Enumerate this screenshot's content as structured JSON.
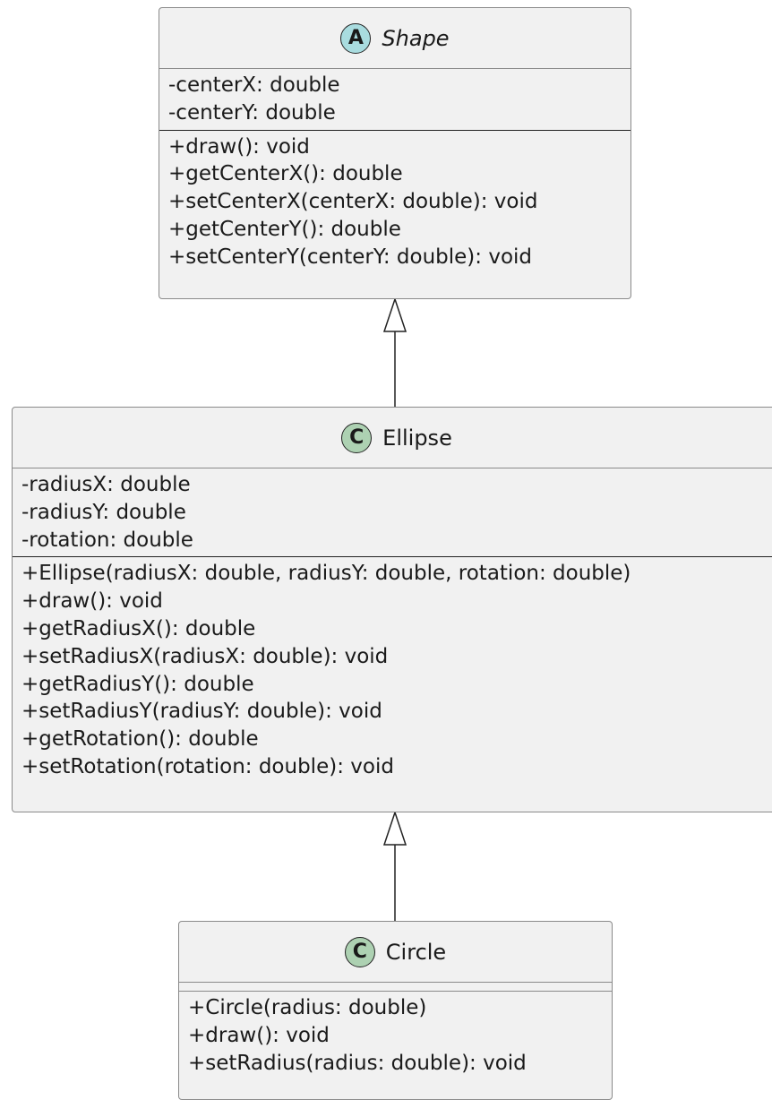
{
  "classes": {
    "shape": {
      "name": "Shape",
      "stereotype_letter": "A",
      "fields": [
        "-centerX: double",
        "-centerY: double"
      ],
      "methods": [
        "+draw(): void",
        "+getCenterX(): double",
        "+setCenterX(centerX: double): void",
        "+getCenterY(): double",
        "+setCenterY(centerY: double): void"
      ]
    },
    "ellipse": {
      "name": "Ellipse",
      "stereotype_letter": "C",
      "fields": [
        "-radiusX: double",
        "-radiusY: double",
        "-rotation: double"
      ],
      "methods": [
        "+Ellipse(radiusX: double, radiusY: double, rotation: double)",
        "+draw(): void",
        "+getRadiusX(): double",
        "+setRadiusX(radiusX: double): void",
        "+getRadiusY(): double",
        "+setRadiusY(radiusY: double): void",
        "+getRotation(): double",
        "+setRotation(rotation: double): void"
      ]
    },
    "circle": {
      "name": "Circle",
      "stereotype_letter": "C",
      "fields": [],
      "methods": [
        "+Circle(radius: double)",
        "+draw(): void",
        "+setRadius(radius: double): void"
      ]
    }
  },
  "colors": {
    "abstract_badge": "#a9dcdf",
    "class_badge": "#add1b2",
    "box_fill": "#f1f1f1"
  }
}
